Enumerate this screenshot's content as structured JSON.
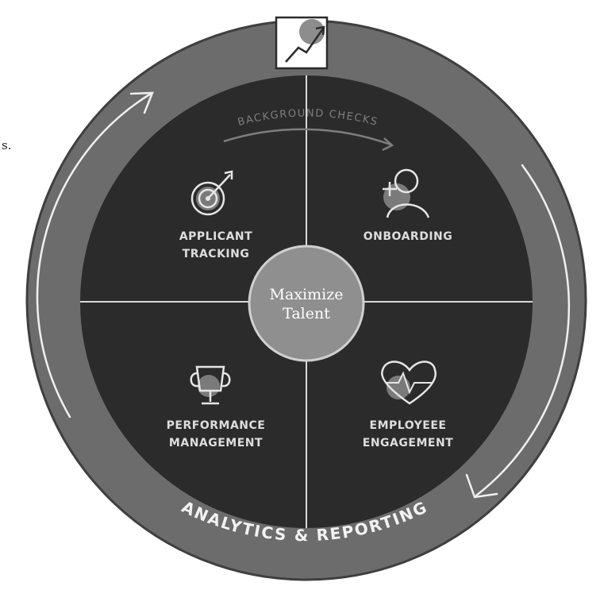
{
  "stray_text": "s.",
  "center": {
    "line1": "Maximize",
    "line2": "Talent"
  },
  "ring_label": "ANALYTICS & REPORTING",
  "arc_label": "BACKGROUND CHECKS",
  "quadrants": [
    {
      "id": "applicant-tracking",
      "line1": "APPLICANT",
      "line2": "TRACKING",
      "icon": "target-arrow-icon"
    },
    {
      "id": "onboarding",
      "line1": "ONBOARDING",
      "line2": "",
      "icon": "add-person-icon"
    },
    {
      "id": "performance-management",
      "line1": "PERFORMANCE",
      "line2": "MANAGEMENT",
      "icon": "trophy-icon"
    },
    {
      "id": "employee-engagement",
      "line1": "EMPLOYEEE",
      "line2": "ENGAGEMENT",
      "icon": "heart-pulse-icon"
    }
  ],
  "top_icon": "growth-chart-icon",
  "colors": {
    "outer_ring": "#6c6c6c",
    "inner_disc": "#2b2b2b",
    "center_circle": "#8f8f8f",
    "accent_circle": "#7a7a7a",
    "lines": "#d9d9d9"
  }
}
